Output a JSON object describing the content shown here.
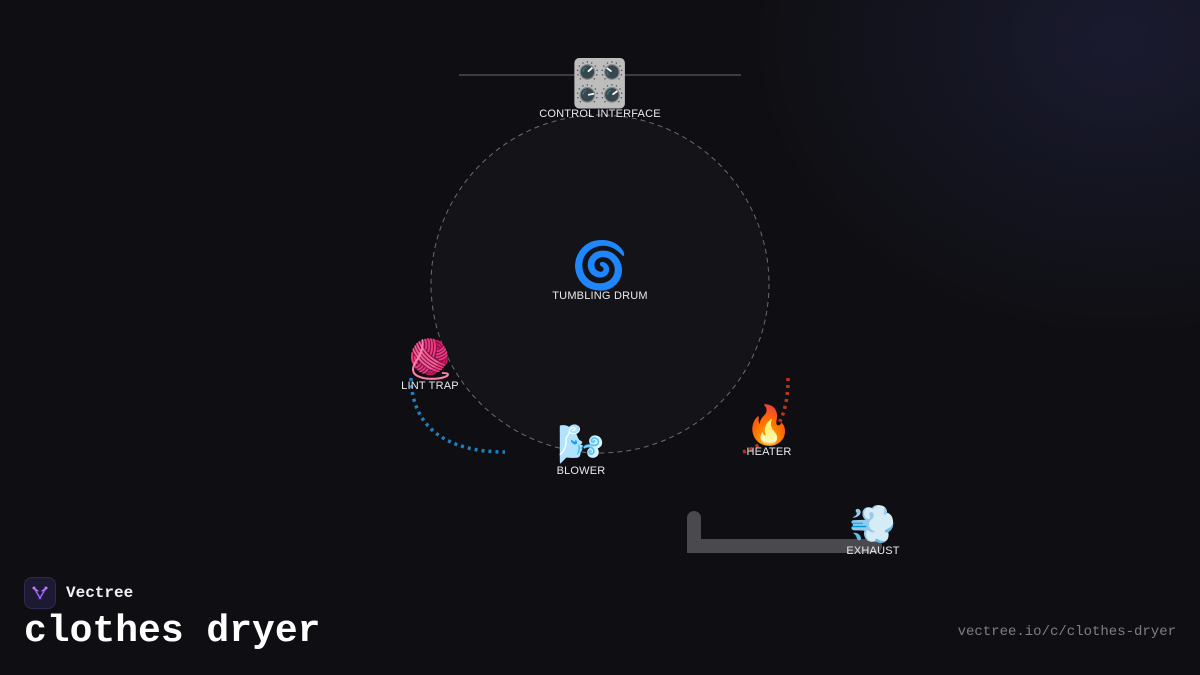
{
  "diagram": {
    "nodes": [
      {
        "id": "control",
        "label": "CONTROL INTERFACE",
        "icon": "control-knobs-icon",
        "glyph": "🎛️"
      },
      {
        "id": "drum",
        "label": "TUMBLING DRUM",
        "icon": "cyclone-icon",
        "glyph": "🌀"
      },
      {
        "id": "lint",
        "label": "LINT TRAP",
        "icon": "yarn-ball-icon",
        "glyph": "🧶"
      },
      {
        "id": "blower",
        "label": "BLOWER",
        "icon": "wind-face-icon",
        "glyph": "🌬️"
      },
      {
        "id": "heater",
        "label": "HEATER",
        "icon": "fire-icon",
        "glyph": "🔥"
      },
      {
        "id": "exhaust",
        "label": "EXHAUST",
        "icon": "dash-smoke-icon",
        "glyph": "💨"
      }
    ],
    "colors": {
      "lint_to_blower": "#1f7fc0",
      "heater_link": "#b8361f",
      "exhaust_duct": "#4a4a4e",
      "orbit": "#6a6a72",
      "control_rail": "#3c3c42"
    }
  },
  "brand": {
    "name": "Vectree"
  },
  "title": "clothes dryer",
  "url": "vectree.io/c/clothes-dryer"
}
